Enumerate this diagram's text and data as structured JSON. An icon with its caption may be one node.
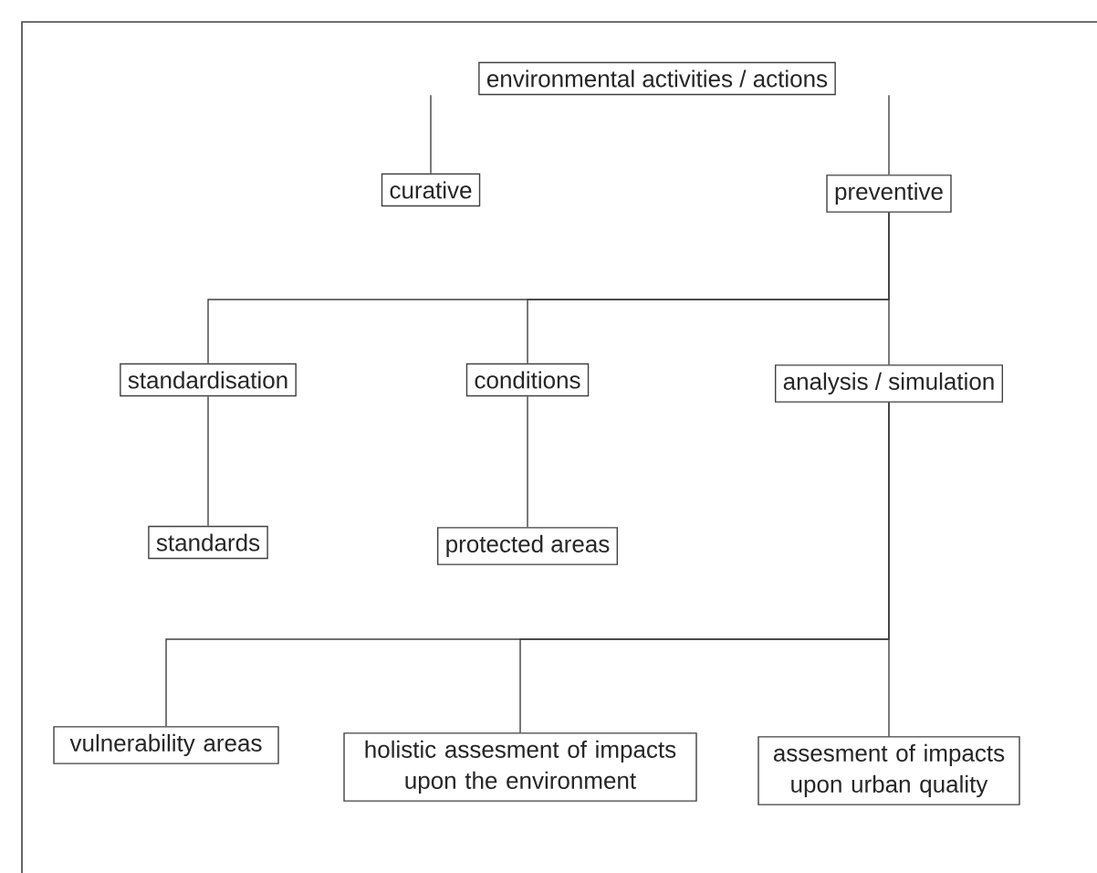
{
  "diagram": {
    "nodes": [
      {
        "text": [
          "environmental activities / actions"
        ]
      },
      {
        "text": [
          "curative"
        ]
      },
      {
        "text": [
          "preventive"
        ]
      },
      {
        "text": [
          "standardisation"
        ]
      },
      {
        "text": [
          "conditions"
        ]
      },
      {
        "text": [
          "analysis / simulation"
        ]
      },
      {
        "text": [
          "standards"
        ]
      },
      {
        "text": [
          "protected areas"
        ]
      },
      {
        "text": [
          "vulnerability areas"
        ]
      },
      {
        "text": [
          "holistic assesment of impacts upon the environment"
        ]
      },
      {
        "text": [
          "assesment of impacts upon urban quality"
        ]
      }
    ],
    "edges": [
      {
        "from": 0,
        "to": 1,
        "arrow": "none"
      },
      {
        "from": 0,
        "to": 2,
        "arrow": "none"
      },
      {
        "from": 2,
        "to": 3,
        "arrow": "none"
      },
      {
        "from": 2,
        "to": 4,
        "arrow": "none"
      },
      {
        "from": 2,
        "to": 5,
        "arrow": "none"
      },
      {
        "from": 3,
        "to": 6,
        "arrow": "none"
      },
      {
        "from": 4,
        "to": 7,
        "arrow": "none"
      },
      {
        "from": 5,
        "to": 8,
        "arrow": "none"
      },
      {
        "from": 5,
        "to": 9,
        "arrow": "none"
      },
      {
        "from": 5,
        "to": 10,
        "arrow": "none"
      }
    ]
  }
}
